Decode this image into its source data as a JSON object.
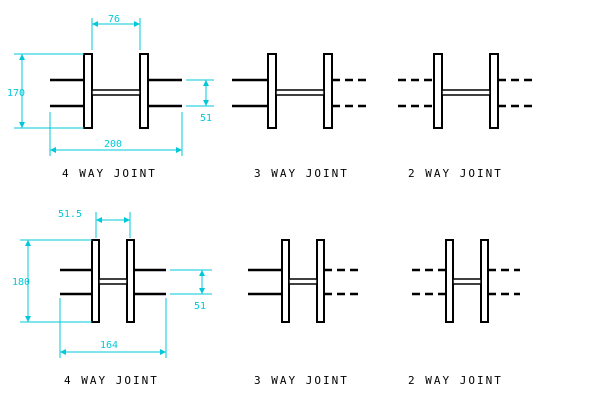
{
  "labels": {
    "row1": [
      "4 WAY JOINT",
      "3 WAY JOINT",
      "2 WAY JOINT"
    ],
    "row2": [
      "4 WAY JOINT",
      "3 WAY JOINT",
      "2 WAY JOINT"
    ]
  },
  "dimensions": {
    "top": {
      "width_between_posts": "76",
      "height": "170",
      "pipe_gap": "51",
      "overall_width": "200"
    },
    "bottom": {
      "width_between_posts": "51.5",
      "height": "180",
      "pipe_gap": "51",
      "overall_width": "164"
    }
  },
  "colors": {
    "dimension": "#00c8d8",
    "linework": "#000000",
    "background": "#ffffff"
  }
}
